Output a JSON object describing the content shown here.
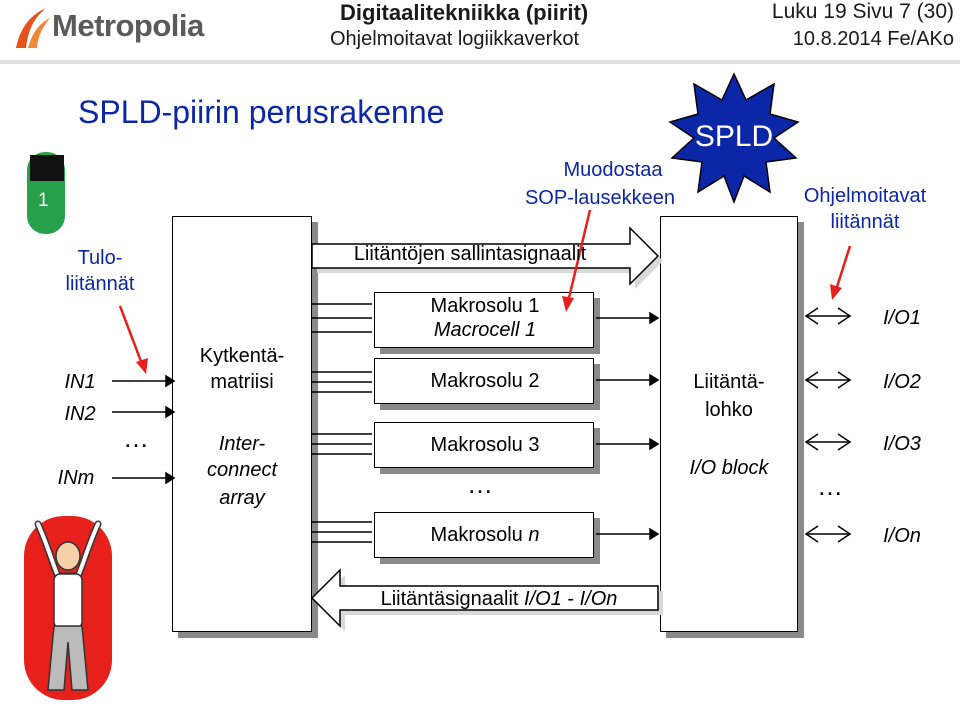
{
  "header": {
    "logo_text": "Metropolia",
    "course_title": "Digitaalitekniikka (piirit)",
    "subtitle": "Ohjelmoitavat logiikkaverkot",
    "page_info": "Luku 19  Sivu 7 (30)",
    "date_author": "10.8.2014 Fe/AKo"
  },
  "sidebar": {
    "number": "1"
  },
  "slide": {
    "title": "SPLD-piirin perusrakenne",
    "spld_label": "SPLD",
    "annotations": {
      "sop_line1": "Muodostaa",
      "sop_line2": "SOP-lausekkeen",
      "prog_line1": "Ohjelmoitavat",
      "prog_line2": "liitännät",
      "input_line1": "Tulo-",
      "input_line2": "liitännät"
    },
    "inputs": [
      "IN1",
      "IN2",
      "INm"
    ],
    "input_ellipsis": "…",
    "interconnect": {
      "line1": "Kytkentä-",
      "line2": "matriisi",
      "en1": "Inter-",
      "en2": "connect",
      "en3": "array"
    },
    "feedback_label": "Liitäntöjen sallintasignaalit",
    "macrocells": [
      {
        "line1": "Makrosolu 1",
        "line2": "Macrocell 1"
      },
      {
        "line1": "Makrosolu 2"
      },
      {
        "line1": "Makrosolu 3"
      },
      {
        "prefix": "Makrosolu ",
        "suffix": "n"
      }
    ],
    "macro_ellipsis": "…",
    "io_block": {
      "line1": "Liitäntä-",
      "line2": "lohko",
      "en": "I/O block"
    },
    "io_pins": [
      "I/O1",
      "I/O2",
      "I/O3",
      "I/On"
    ],
    "io_ellipsis": "…",
    "bottom_signal": {
      "prefix": "Liitäntäsignaalit ",
      "a": "I/O1",
      "mid": " - ",
      "b": "I/On"
    }
  }
}
